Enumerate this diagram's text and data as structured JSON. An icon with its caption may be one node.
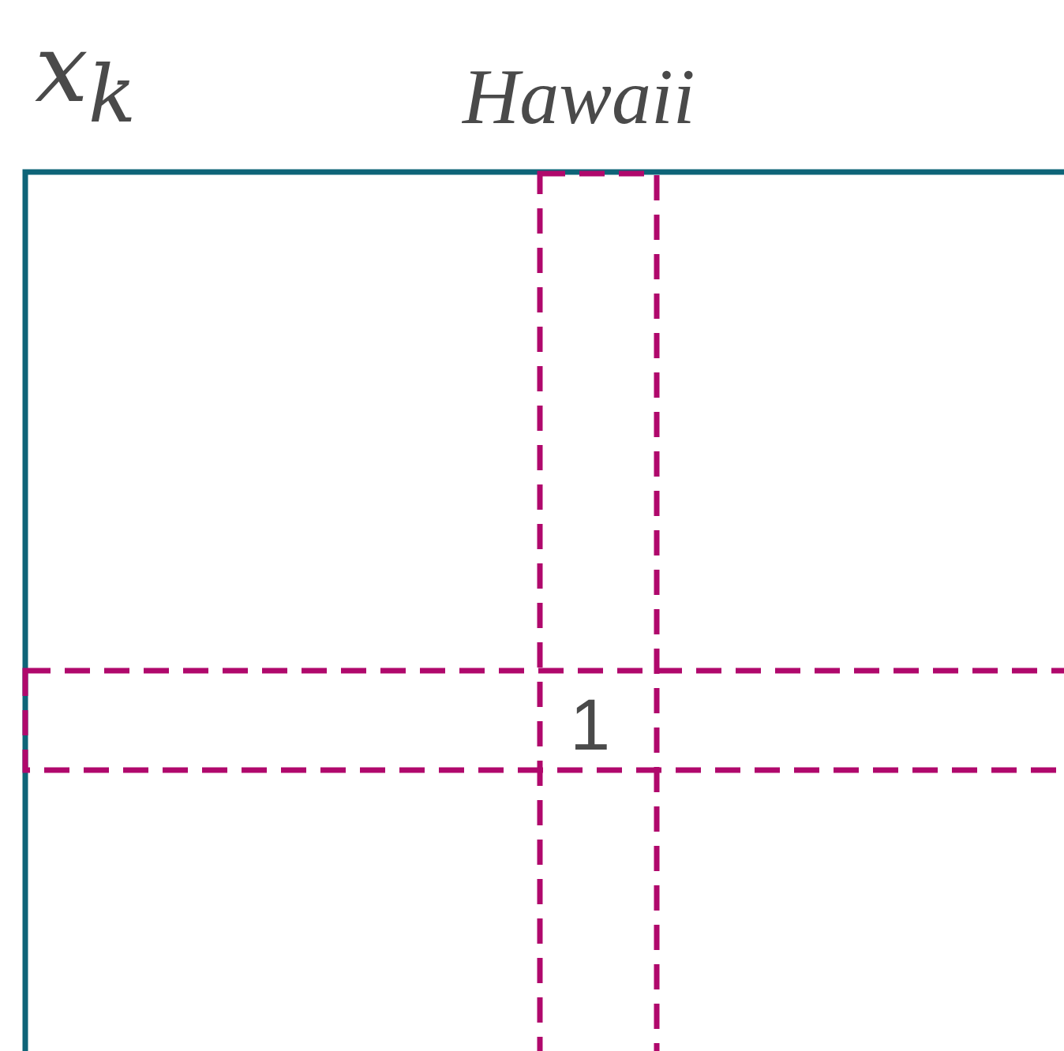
{
  "diagram": {
    "labels": [
      "x$_{k}$",
      "Hawaii",
      "1"
    ]
  }
}
